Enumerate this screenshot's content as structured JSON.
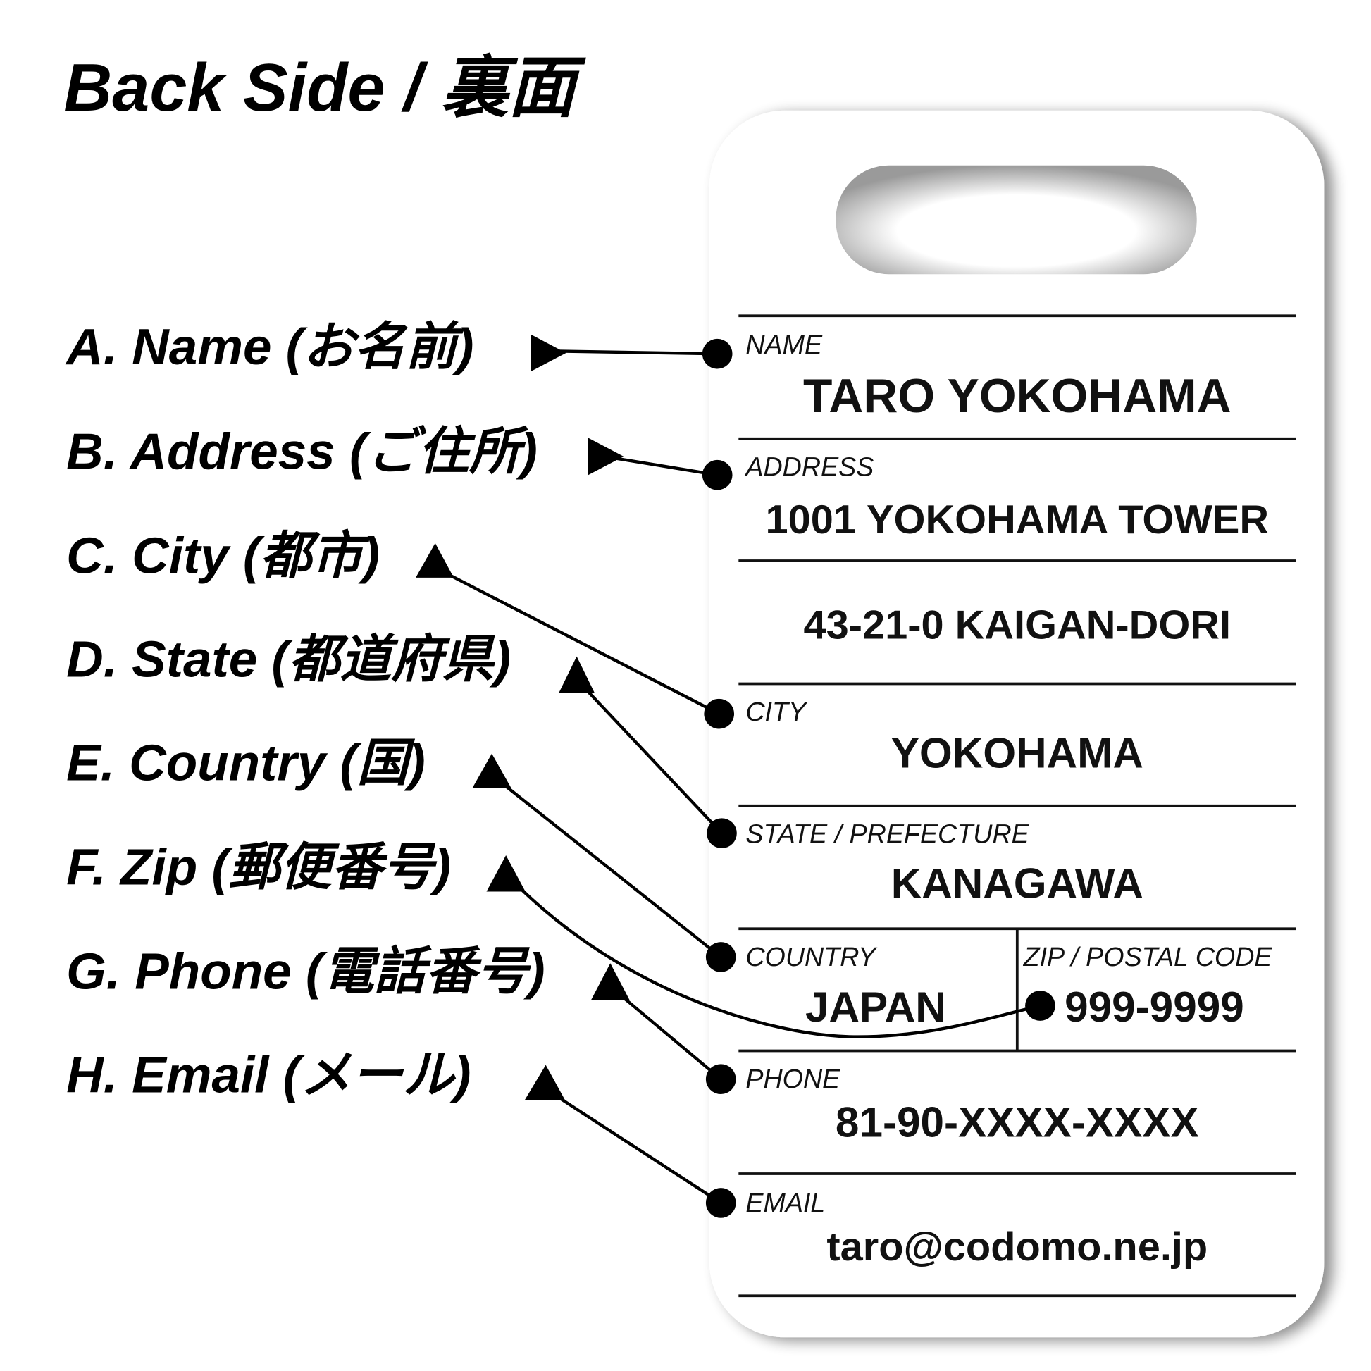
{
  "title": "Back Side / 裏面",
  "callouts": [
    {
      "label": "A. Name (お名前)"
    },
    {
      "label": "B. Address (ご住所)"
    },
    {
      "label": "C. City (都市)"
    },
    {
      "label": "D. State (都道府県)"
    },
    {
      "label": "E. Country (国)"
    },
    {
      "label": "F. Zip (郵便番号)"
    },
    {
      "label": "G. Phone (電話番号)"
    },
    {
      "label": "H. Email (メール)"
    }
  ],
  "tag": {
    "name_label": "NAME",
    "name_value": "TARO YOKOHAMA",
    "address_label": "ADDRESS",
    "address_line1": "1001 YOKOHAMA TOWER",
    "address_line2": "43-21-0 KAIGAN-DORI",
    "city_label": "CITY",
    "city_value": "YOKOHAMA",
    "state_label": "STATE / PREFECTURE",
    "state_value": "KANAGAWA",
    "country_label": "COUNTRY",
    "country_value": "JAPAN",
    "zip_label": "ZIP / POSTAL CODE",
    "zip_value": "999-9999",
    "phone_label": "PHONE",
    "phone_value": "81-90-XXXX-XXXX",
    "email_label": "EMAIL",
    "email_value": "taro@codomo.ne.jp"
  }
}
